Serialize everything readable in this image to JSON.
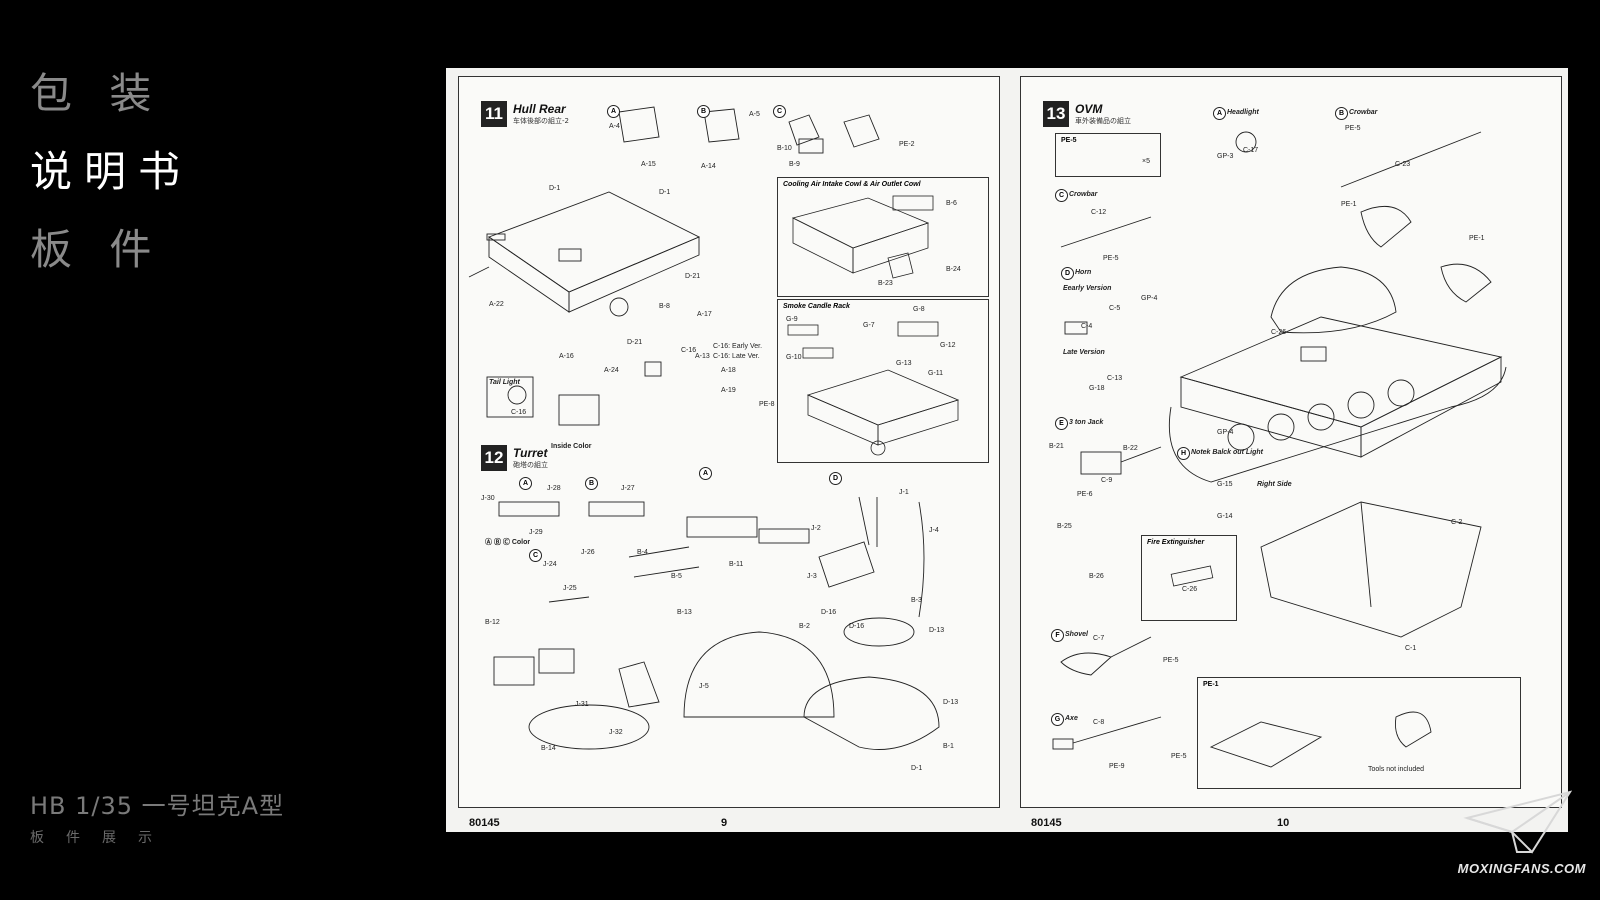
{
  "menu": {
    "items": [
      {
        "label": "包 装",
        "active": false
      },
      {
        "label": "说明书",
        "active": true
      },
      {
        "label": "板 件",
        "active": false
      }
    ]
  },
  "caption": {
    "title": "HB 1/35 一号坦克A型",
    "subtitle": "板件展示"
  },
  "sheet": {
    "left_page": {
      "number": "9",
      "code": "80145",
      "step11": {
        "num": "11",
        "title": "Hull Rear",
        "sub": "车体後部の組立-2"
      },
      "step12": {
        "num": "12",
        "title": "Turret",
        "sub": "砲塔の組立",
        "inside_color": "Inside Color"
      },
      "box_cooling": "Cooling Air Intake Cowl & Air Outlet Cowl",
      "box_smoke": "Smoke Candle Rack",
      "tail_light": "Tail Light",
      "labels": {
        "early": "C-16: Early Ver.",
        "late": "C-16: Late Ver.",
        "abc_color": "Ⓐ Ⓑ Ⓒ Color",
        "a4": "A-4",
        "a15": "A-15",
        "a14": "A-14",
        "a5": "A-5",
        "b10": "B-10",
        "b9": "B-9",
        "pe2": "PE-2",
        "d1": "D-1",
        "a22": "A-22",
        "a16": "A-16",
        "a24": "A-24",
        "d21": "D-21",
        "a17": "A-17",
        "b8": "B-8",
        "a13": "A-13",
        "a18": "A-18",
        "a19": "A-19",
        "pe8": "PE-8",
        "c16": "C-16",
        "b6": "B-6",
        "b23": "B-23",
        "b24": "B-24",
        "g8": "G-8",
        "g9": "G-9",
        "g7": "G-7",
        "g10": "G-10",
        "g12": "G-12",
        "g13": "G-13",
        "g11": "G-11",
        "j30": "J-30",
        "j28": "J-28",
        "j29": "J-29",
        "j27": "J-27",
        "j26": "J-26",
        "j24": "J-24",
        "j25": "J-25",
        "b4": "B-4",
        "b5": "B-5",
        "b11": "B-11",
        "j1": "J-1",
        "j2": "J-2",
        "j3": "J-3",
        "j4": "J-4",
        "b12": "B-12",
        "b13": "B-13",
        "j31": "J-31",
        "j32": "J-32",
        "b14": "B-14",
        "j5": "J-5",
        "d16": "D-16",
        "b2": "B-2",
        "b3": "B-3",
        "d13": "D-13",
        "b1": "B-1"
      }
    },
    "right_page": {
      "number": "10",
      "code": "80145",
      "step13": {
        "num": "13",
        "title": "OVM",
        "sub": "車外装備品の組立"
      },
      "pe5": "PE-5",
      "pe1": "PE-1",
      "right_side": "Right Side",
      "fire_ext": "Fire Extinguisher",
      "items": {
        "a": "Headlight",
        "b": "Crowbar",
        "c": "Crowbar",
        "d": "Horn",
        "early": "Eearly Version",
        "late": "Late Version",
        "e": "3 ton Jack",
        "f": "Shovel",
        "g": "Axe",
        "h": "Notek Balck out Light"
      },
      "labels": {
        "gp3": "GP-3",
        "c17": "C-17",
        "c23": "C-23",
        "c12": "C-12",
        "c5": "C-5",
        "c4": "C-4",
        "c13": "C-13",
        "g18": "G-18",
        "gp4": "GP-4",
        "c26": "C-26",
        "b21": "B-21",
        "b22": "B-22",
        "c9": "C-9",
        "pe6": "PE-6",
        "b25": "B-25",
        "b26": "B-26",
        "g15": "G-15",
        "g14": "G-14",
        "c2": "C-2",
        "c1": "C-1",
        "c7": "C-7",
        "c8": "C-8",
        "pe9": "PE-9",
        "x5": "×5",
        "tools": "Tools not included"
      }
    }
  },
  "watermark": "MOXINGFANS.COM"
}
